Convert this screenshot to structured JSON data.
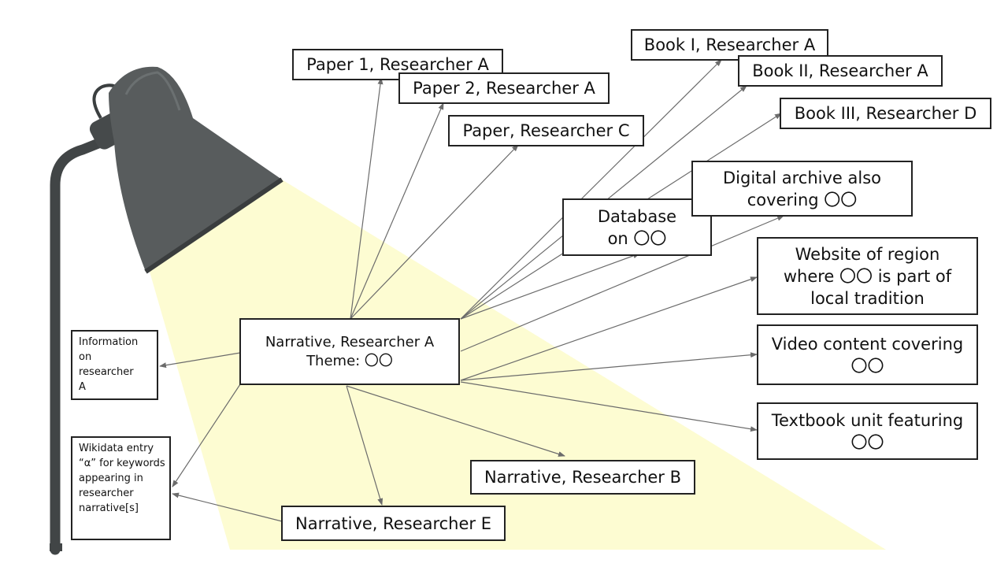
{
  "colors": {
    "light_beam": "#fdfcd2",
    "lamp_body": "#4a4e4f",
    "lamp_shade": "#5b5f60",
    "box_border": "#222222",
    "arrow": "#6b6b6b"
  },
  "nodes": {
    "center": {
      "line1": "Narrative, Researcher A",
      "line2": "Theme: 〇〇"
    },
    "paper1": "Paper 1, Researcher A",
    "paper2": "Paper 2, Researcher A",
    "paperC": "Paper, Researcher C",
    "book1": "Book I, Researcher A",
    "book2": "Book II, Researcher A",
    "book3": "Book III, Researcher D",
    "archive": {
      "line1": "Digital archive also",
      "line2": "covering 〇〇"
    },
    "database": {
      "line1": "Database",
      "line2": "on 〇〇"
    },
    "website": {
      "line1": "Website of region",
      "line2": "where 〇〇 is part of",
      "line3": "local tradition"
    },
    "video": {
      "line1": "Video content covering",
      "line2": "〇〇"
    },
    "textbook": {
      "line1": "Textbook unit featuring",
      "line2": "〇〇"
    },
    "narrB": "Narrative, Researcher B",
    "narrE": "Narrative, Researcher E",
    "info": "Information on researcher A",
    "wikidata": "Wikidata entry “α” for keywords appearing in researcher narrative[s]"
  }
}
